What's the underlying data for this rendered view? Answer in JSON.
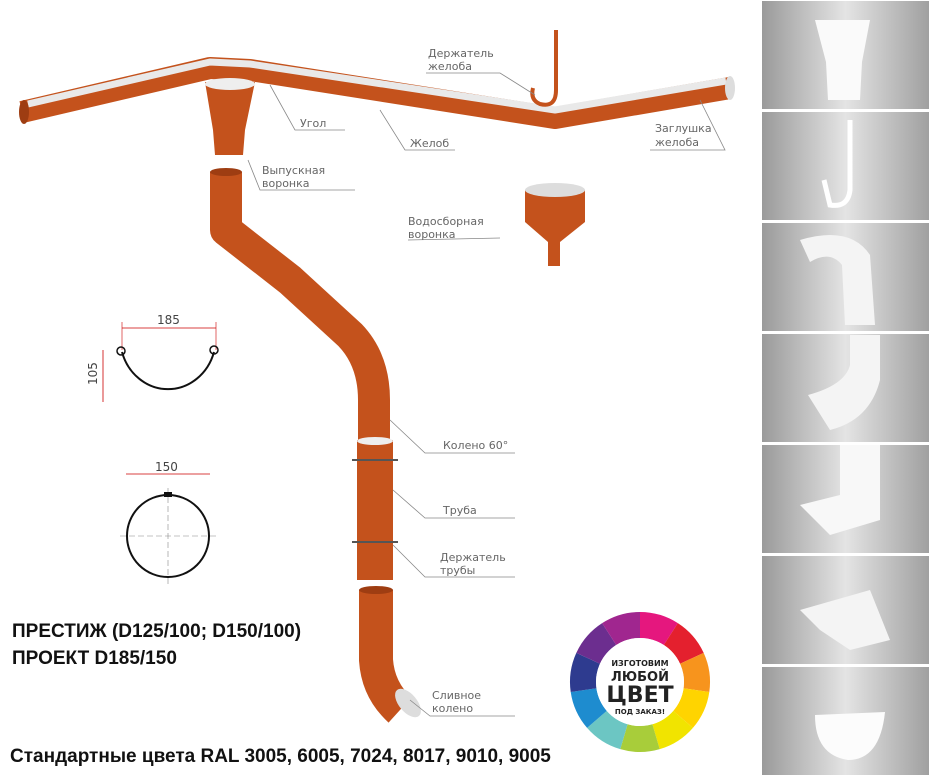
{
  "labels": {
    "gutter_holder": [
      "Держатель",
      "желоба"
    ],
    "corner": "Угол",
    "gutter": "Желоб",
    "gutter_cap": [
      "Заглушка",
      "желоба"
    ],
    "outlet_funnel": [
      "Выпускная",
      "воронка"
    ],
    "collector_funnel": [
      "Водосборная",
      "воронка"
    ],
    "elbow": "Колено 60°",
    "pipe": "Труба",
    "pipe_holder": [
      "Держатель",
      "трубы"
    ],
    "drain_elbow": [
      "Сливное",
      "колено"
    ]
  },
  "dimensions": {
    "gutter_width": "185",
    "gutter_depth": "105",
    "pipe_diameter": "150"
  },
  "series": {
    "line1": "ПРЕСТИЖ (D125/100; D150/100)",
    "line2": "ПРОЕКТ D185/150"
  },
  "standard_colors": "Стандартные цвета RAL 3005, 6005, 7024, 8017, 9010, 9005",
  "badge": {
    "line1": "ИЗГОТОВИМ",
    "line2": "ЛЮБОЙ",
    "line3": "ЦВЕТ",
    "line4": "ПОД ЗАКАЗ!"
  },
  "colors": {
    "product": "#c4521c",
    "product_dark": "#9e3d12",
    "wheel": [
      "#e5177e",
      "#e4202e",
      "#f7941d",
      "#ffd400",
      "#f1e400",
      "#a8cd3a",
      "#6cc6c3",
      "#1e8ccf",
      "#2e3b8f",
      "#6c2e8f",
      "#a0268f"
    ]
  }
}
